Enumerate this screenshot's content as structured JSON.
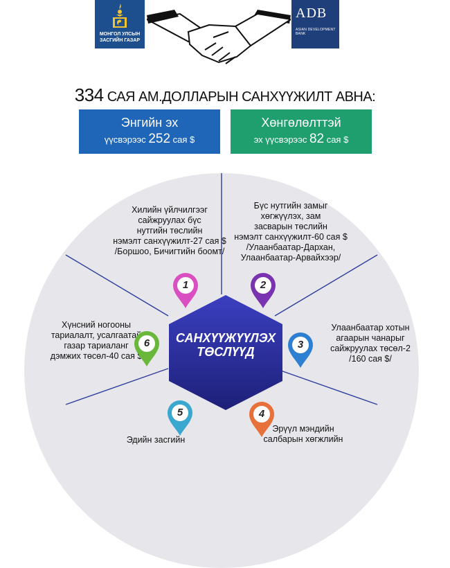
{
  "header": {
    "gov_logo_line1": "МОНГОЛ УЛСЫН",
    "gov_logo_line2": "ЗАСГИЙН ГАЗАР",
    "adb_logo_title": "ADB",
    "adb_logo_subtitle": "ASIAN DEVELOPMENT BANK"
  },
  "headline": {
    "amount": "334",
    "text": " сая ам.долларын санхүүжилт авна:"
  },
  "funding": [
    {
      "line1": "Энгийн эх",
      "line2_prefix": "үүсвэрээс ",
      "amount": "252",
      "line2_suffix": " сая $",
      "color": "#1f66b8"
    },
    {
      "line1": "Хөнгөлөлттэй",
      "line2_prefix": "эх үүсвэрээс ",
      "amount": "82",
      "line2_suffix": " сая $",
      "color": "#1f9e6e"
    }
  ],
  "center": {
    "line1": "Санхүүжүүлэх",
    "line2": "төслүүд"
  },
  "projects": [
    {
      "number": "1",
      "color": "#d94fc2",
      "lines": [
        "Хилийн үйлчилгээг",
        "сайжруулах бүс",
        "нутгийн төслийн",
        "нэмэлт санхүүжилт-27 сая $",
        "/Боршоо, Бичигтийн боомт/"
      ]
    },
    {
      "number": "2",
      "color": "#7a33b0",
      "lines": [
        "Бүс нутгийн замыг",
        "хөгжүүлэх, зам",
        "засварын төслийн",
        "нэмэлт санхүүжилт-60 сая $",
        "/Улаанбаатар-Дархан,",
        "Улаанбаатар-Арвайхээр/"
      ]
    },
    {
      "number": "3",
      "color": "#2c7fd1",
      "lines": [
        "Улаанбаатар хотын",
        "агаарын чанарыг",
        "сайжруулах төсөл-2",
        "/160 сая $/"
      ]
    },
    {
      "number": "4",
      "color": "#e8703a",
      "lines": [
        "Эрүүл мэндийн",
        "салбарын хөгжлийн"
      ]
    },
    {
      "number": "5",
      "color": "#3aa7cf",
      "lines": [
        "Эдийн засгийн"
      ]
    },
    {
      "number": "6",
      "color": "#69b83c",
      "lines": [
        "Хүнсний ногооны",
        "тариалалт, усалгаатай",
        "газар тариаланг",
        "дэмжих төсөл-40 сая $"
      ]
    }
  ]
}
